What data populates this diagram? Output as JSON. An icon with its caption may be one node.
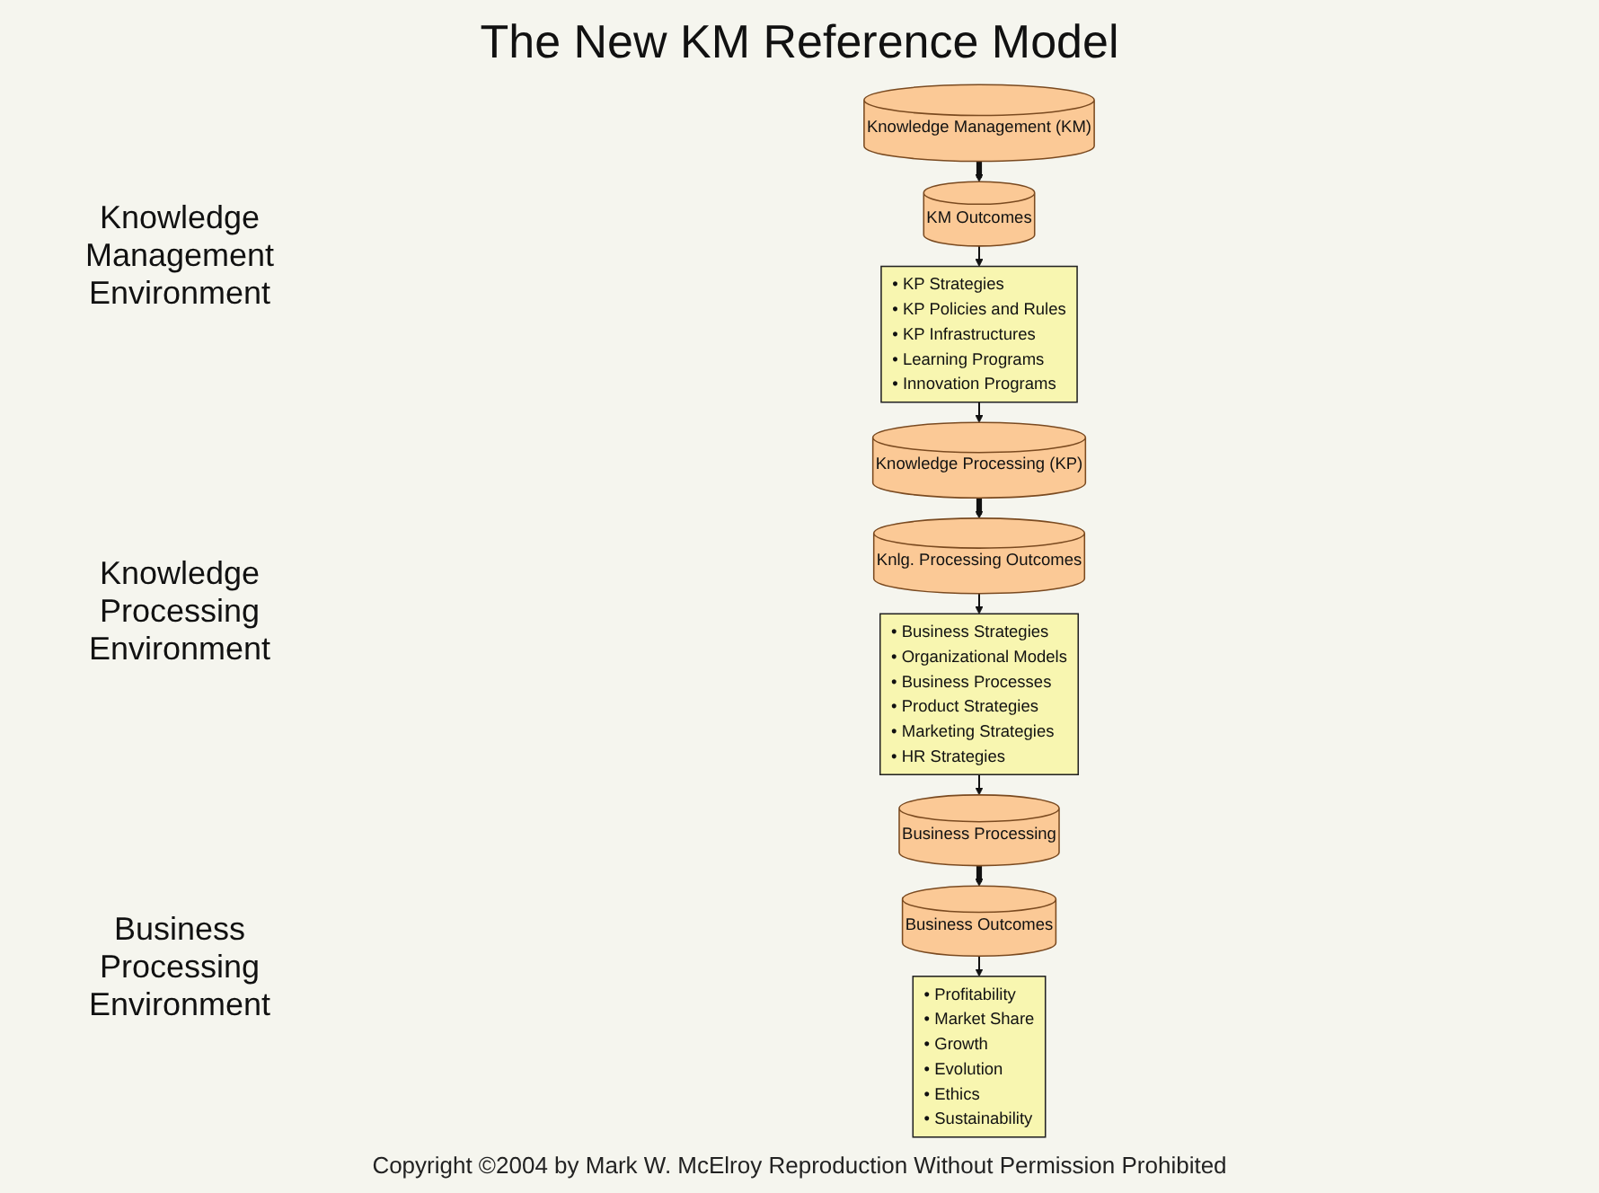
{
  "diagram": {
    "title": "The New KM Reference Model",
    "caption": "Copyright ©2004 by Mark W. McElroy Reproduction Without Permission Prohibited",
    "nodes": [
      {
        "text": [
          "Knowledge Management (KM)"
        ]
      },
      {
        "text": [
          "KM Outcomes"
        ]
      },
      {
        "text": [
          "• KP Strategies",
          "• KP Policies and Rules",
          "• KP Infrastructures",
          "• Learning Programs",
          "• Innovation Programs"
        ]
      },
      {
        "text": [
          "Knowledge Processing (KP)"
        ]
      },
      {
        "text": [
          "Knlg. Processing Outcomes"
        ]
      },
      {
        "text": [
          "• Business Strategies",
          "• Organizational Models",
          "• Business Processes",
          "• Product Strategies",
          "• Marketing Strategies",
          "• HR Strategies"
        ]
      },
      {
        "text": [
          "Business Processing"
        ]
      },
      {
        "text": [
          "Business Outcomes"
        ]
      },
      {
        "text": [
          "• Profitability",
          "• Market Share",
          "• Growth",
          "• Evolution",
          "• Ethics",
          "• Sustainability"
        ]
      }
    ],
    "edges": [
      {
        "from": 0,
        "to": 1,
        "arrow": "to",
        "style": "thick"
      },
      {
        "from": 1,
        "to": 2,
        "arrow": "to"
      },
      {
        "from": 2,
        "to": 3,
        "arrow": "to"
      },
      {
        "from": 3,
        "to": 4,
        "arrow": "to",
        "style": "thick"
      },
      {
        "from": 4,
        "to": 5,
        "arrow": "to"
      },
      {
        "from": 5,
        "to": 6,
        "arrow": "to"
      },
      {
        "from": 6,
        "to": 7,
        "arrow": "to",
        "style": "thick"
      },
      {
        "from": 7,
        "to": 8,
        "arrow": "to"
      }
    ],
    "labels": [
      "Knowledge Management Environment",
      "Knowledge Processing Environment",
      "Business Processing Environment"
    ]
  }
}
